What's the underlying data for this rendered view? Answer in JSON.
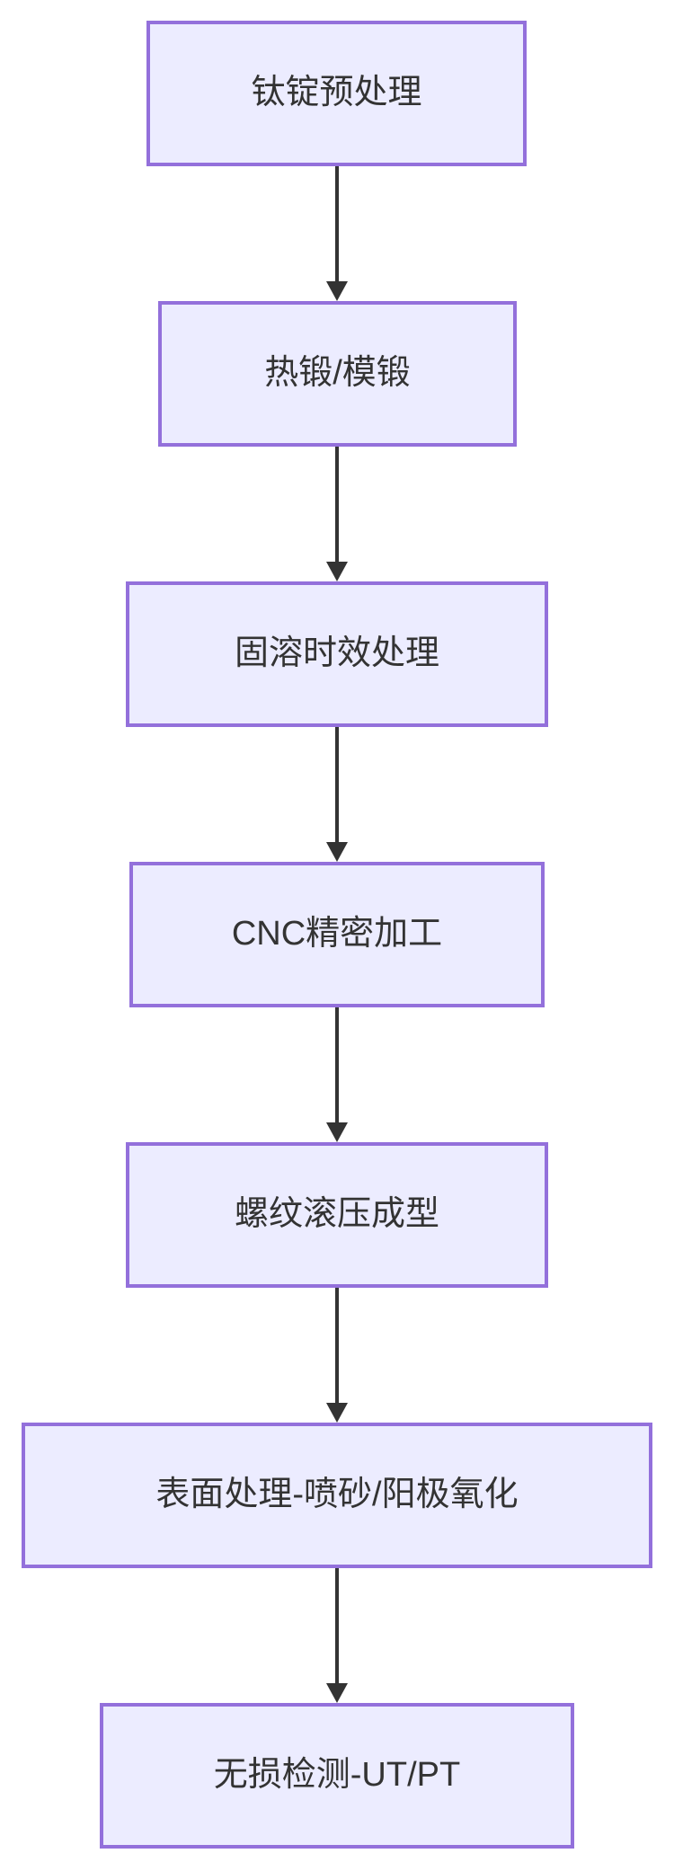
{
  "diagram": {
    "type": "flowchart",
    "direction": "top-down",
    "colors": {
      "background": "#FFFFFF",
      "node_fill": "#ECECFF",
      "node_border": "#9370DB",
      "arrow": "#333333",
      "text": "#333333"
    },
    "nodes": [
      {
        "label": "钛锭预处理"
      },
      {
        "label": "热锻/模锻"
      },
      {
        "label": "固溶时效处理"
      },
      {
        "label": "CNC精密加工"
      },
      {
        "label": "螺纹滚压成型"
      },
      {
        "label": "表面处理-喷砂/阳极氧化"
      },
      {
        "label": "无损检测-UT/PT"
      }
    ],
    "edges": [
      {
        "from": 0,
        "to": 1
      },
      {
        "from": 1,
        "to": 2
      },
      {
        "from": 2,
        "to": 3
      },
      {
        "from": 3,
        "to": 4
      },
      {
        "from": 4,
        "to": 5
      },
      {
        "from": 5,
        "to": 6
      }
    ]
  }
}
